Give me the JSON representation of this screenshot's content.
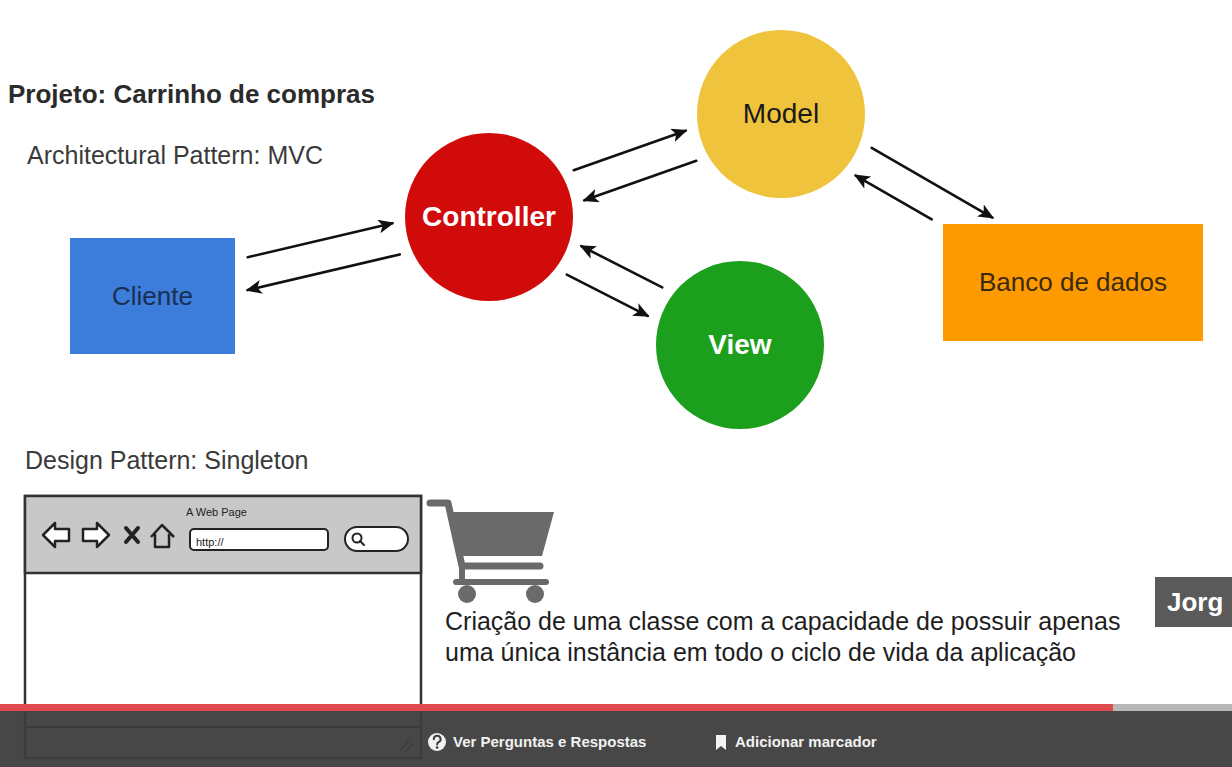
{
  "diagram": {
    "title": "Projeto: Carrinho de compras",
    "nodes": [
      {
        "text": [
          "Cliente"
        ]
      },
      {
        "text": [
          "Controller"
        ]
      },
      {
        "text": [
          "Model"
        ]
      },
      {
        "text": [
          "View"
        ]
      },
      {
        "text": [
          "Banco de dados"
        ]
      }
    ],
    "edges": [
      {
        "from": 0,
        "to": 1,
        "arrow": "to"
      },
      {
        "from": 1,
        "to": 0,
        "arrow": "to"
      },
      {
        "from": 1,
        "to": 2,
        "arrow": "to"
      },
      {
        "from": 2,
        "to": 1,
        "arrow": "to"
      },
      {
        "from": 3,
        "to": 1,
        "arrow": "to"
      },
      {
        "from": 1,
        "to": 3,
        "arrow": "to"
      },
      {
        "from": 2,
        "to": 4,
        "arrow": "to"
      },
      {
        "from": 4,
        "to": 2,
        "arrow": "to"
      }
    ],
    "labels": [
      "Architectural Pattern: MVC",
      "Design Pattern: Singleton",
      "A Web Page",
      "http://",
      "Criação de uma classe com a capacidade de possuir apenas uma única instância em todo o ciclo de vida da aplicação",
      "Jorg",
      "Ver Perguntas e Respostas",
      "Adicionar marcador"
    ]
  }
}
